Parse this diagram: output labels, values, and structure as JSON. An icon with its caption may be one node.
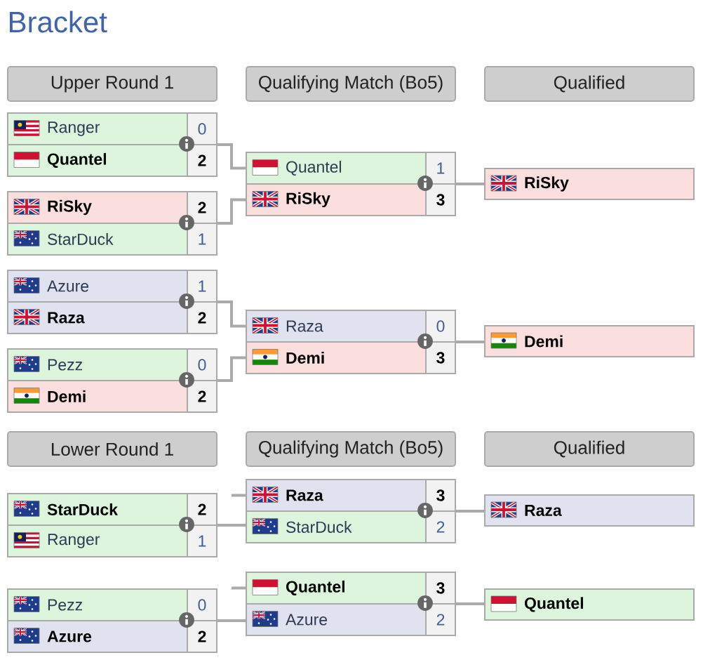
{
  "diagram": {
    "title": "Bracket",
    "nodes": [
      {
        "text": [
          "Upper Round 1"
        ]
      },
      {
        "text": [
          "Qualifying Match (Bo5)"
        ]
      },
      {
        "text": [
          "Qualified"
        ]
      },
      {
        "text": [],
        "shape": "box"
      },
      {
        "text": [
          "Ranger",
          "0"
        ],
        "in": 3
      },
      {
        "text": [
          "Quantel",
          "2"
        ],
        "in": 3
      },
      {
        "text": [],
        "shape": "box"
      },
      {
        "text": [
          "RiSky",
          "2"
        ],
        "in": 6
      },
      {
        "text": [
          "StarDuck",
          "1"
        ],
        "in": 6
      },
      {
        "text": [],
        "shape": "box"
      },
      {
        "text": [
          "Azure",
          "1"
        ],
        "in": 9
      },
      {
        "text": [
          "Raza",
          "2"
        ],
        "in": 9
      },
      {
        "text": [],
        "shape": "box"
      },
      {
        "text": [
          "Pezz",
          "0"
        ],
        "in": 12
      },
      {
        "text": [
          "Demi",
          "2"
        ],
        "in": 12
      },
      {
        "text": [],
        "shape": "box"
      },
      {
        "text": [
          "Quantel",
          "1"
        ],
        "in": 15
      },
      {
        "text": [
          "RiSky",
          "3"
        ],
        "in": 15
      },
      {
        "text": [],
        "shape": "box"
      },
      {
        "text": [
          "Raza",
          "0"
        ],
        "in": 18
      },
      {
        "text": [
          "Demi",
          "3"
        ],
        "in": 18
      },
      {
        "text": [
          "RiSky"
        ]
      },
      {
        "text": [
          "Demi"
        ]
      },
      {
        "text": [
          "Lower Round 1"
        ]
      },
      {
        "text": [
          "Qualifying Match (Bo5)"
        ]
      },
      {
        "text": [
          "Qualified"
        ]
      },
      {
        "text": [],
        "shape": "box"
      },
      {
        "text": [
          "StarDuck",
          "2"
        ],
        "in": 26
      },
      {
        "text": [
          "Ranger",
          "1"
        ],
        "in": 26
      },
      {
        "text": [],
        "shape": "box"
      },
      {
        "text": [
          "Pezz",
          "0"
        ],
        "in": 29
      },
      {
        "text": [
          "Azure",
          "2"
        ],
        "in": 29
      },
      {
        "text": [],
        "shape": "box"
      },
      {
        "text": [
          "Raza",
          "3"
        ],
        "in": 32
      },
      {
        "text": [
          "StarDuck",
          "2"
        ],
        "in": 32
      },
      {
        "text": [],
        "shape": "box"
      },
      {
        "text": [
          "Quantel",
          "3"
        ],
        "in": 35
      },
      {
        "text": [
          "Azure",
          "2"
        ],
        "in": 35
      },
      {
        "text": [
          "Raza"
        ]
      },
      {
        "text": [
          "Quantel"
        ]
      }
    ],
    "edges": [
      {
        "from": 3,
        "to": 16,
        "arrow": "none"
      },
      {
        "from": 6,
        "to": 17,
        "arrow": "none"
      },
      {
        "from": 9,
        "to": 19,
        "arrow": "none"
      },
      {
        "from": 12,
        "to": 20,
        "arrow": "none"
      },
      {
        "from": 15,
        "to": 21,
        "arrow": "none"
      },
      {
        "from": 18,
        "to": 22,
        "arrow": "none"
      },
      {
        "from": null,
        "to": 33,
        "arrow": "none"
      },
      {
        "from": 26,
        "to": 34,
        "arrow": "none"
      },
      {
        "from": null,
        "to": 36,
        "arrow": "none"
      },
      {
        "from": 29,
        "to": 37,
        "arrow": "none"
      },
      {
        "from": 32,
        "to": 38,
        "arrow": "none"
      },
      {
        "from": 35,
        "to": 39,
        "arrow": "none"
      }
    ]
  }
}
